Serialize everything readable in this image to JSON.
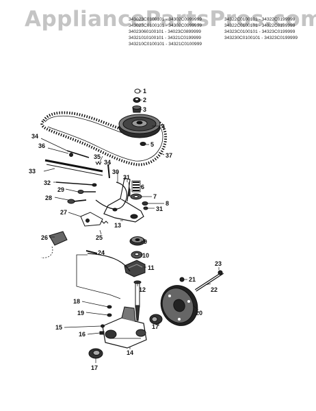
{
  "watermark": "AppliancePartsPros.com",
  "serials": {
    "left": [
      "343023C0100101 - 34302C0999999",
      "343023C0100101 - 34302C0999999",
      "34023060100101 - 34023C0899999",
      "34321010100101 - 34321C0199999",
      "343210C0100101 - 34321C0100999"
    ],
    "right": [
      "34322C0100101 - 34322C0199999",
      "34322C0100101 - 34322C0199999",
      "34323C0100101 - 34323C0199999",
      "343230C0100101 - 34323C0199999"
    ]
  },
  "part_labels": {
    "p1": "1",
    "p2": "2",
    "p3": "3",
    "p4": "4",
    "p5": "5",
    "p6": "6",
    "p7": "7",
    "p8": "8",
    "p9": "9",
    "p10": "10",
    "p11": "11",
    "p12": "12",
    "p13": "13",
    "p14": "14",
    "p15": "15",
    "p16": "16",
    "p17a": "17",
    "p17b": "17",
    "p18": "18",
    "p19": "19",
    "p20": "20",
    "p21": "21",
    "p22": "22",
    "p23": "23",
    "p24": "24",
    "p25": "25",
    "p26": "26",
    "p27": "27",
    "p28": "28",
    "p29": "29",
    "p30": "30",
    "p31a": "31",
    "p31b": "31",
    "p32": "32",
    "p33": "33",
    "p34a": "34",
    "p34b": "34",
    "p35": "35",
    "p36": "36",
    "p37": "37"
  }
}
